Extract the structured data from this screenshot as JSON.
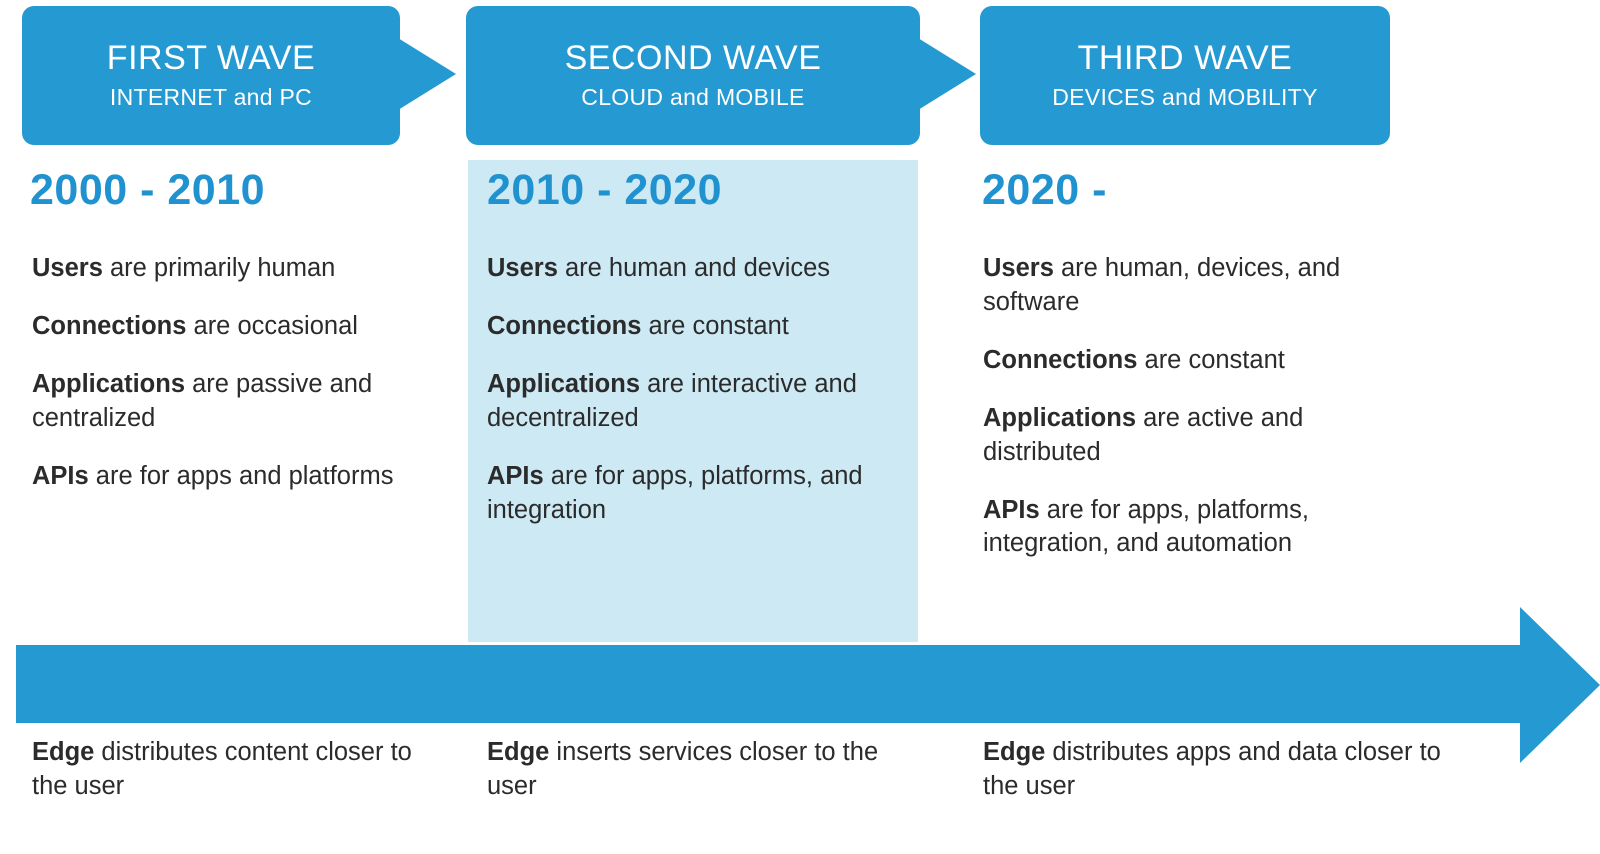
{
  "theme": {
    "primary_blue": "#2599d2",
    "heading_blue": "#2092cf",
    "panel_light_blue": "#cce9f4",
    "text_dark": "#2b2b2b",
    "header_text": "#ffffff"
  },
  "headers": [
    {
      "title": "FIRST WAVE",
      "subtitle": "INTERNET and PC"
    },
    {
      "title": "SECOND WAVE",
      "subtitle": "CLOUD and MOBILE"
    },
    {
      "title": "THIRD WAVE",
      "subtitle": "DEVICES and MOBILITY"
    }
  ],
  "eras": [
    {
      "label": "2000 - 2010"
    },
    {
      "label": "2010 - 2020"
    },
    {
      "label": "2020 -"
    }
  ],
  "columns": [
    {
      "statements": [
        {
          "lead": "Users",
          "rest": " are primarily human"
        },
        {
          "lead": "Connections",
          "rest": " are occasional"
        },
        {
          "lead": "Applications",
          "rest": " are passive and centralized"
        },
        {
          "lead": "APIs",
          "rest": " are for apps and platforms"
        }
      ],
      "edge": {
        "lead": "Edge",
        "rest": " distributes content closer to the user"
      }
    },
    {
      "statements": [
        {
          "lead": "Users",
          "rest": " are human and devices"
        },
        {
          "lead": "Connections",
          "rest": " are constant"
        },
        {
          "lead": "Applications",
          "rest": " are interactive and decentralized"
        },
        {
          "lead": "APIs",
          "rest": " are for apps, platforms, and integration"
        }
      ],
      "edge": {
        "lead": "Edge",
        "rest": " inserts services closer to the user"
      }
    },
    {
      "statements": [
        {
          "lead": "Users",
          "rest": " are human, devices, and software"
        },
        {
          "lead": "Connections",
          "rest": " are constant"
        },
        {
          "lead": "Applications",
          "rest": " are active and distributed"
        },
        {
          "lead": "APIs",
          "rest": " are for apps, platforms, integration, and automation"
        }
      ],
      "edge": {
        "lead": "Edge",
        "rest": " distributes apps and data closer to the user"
      }
    }
  ]
}
